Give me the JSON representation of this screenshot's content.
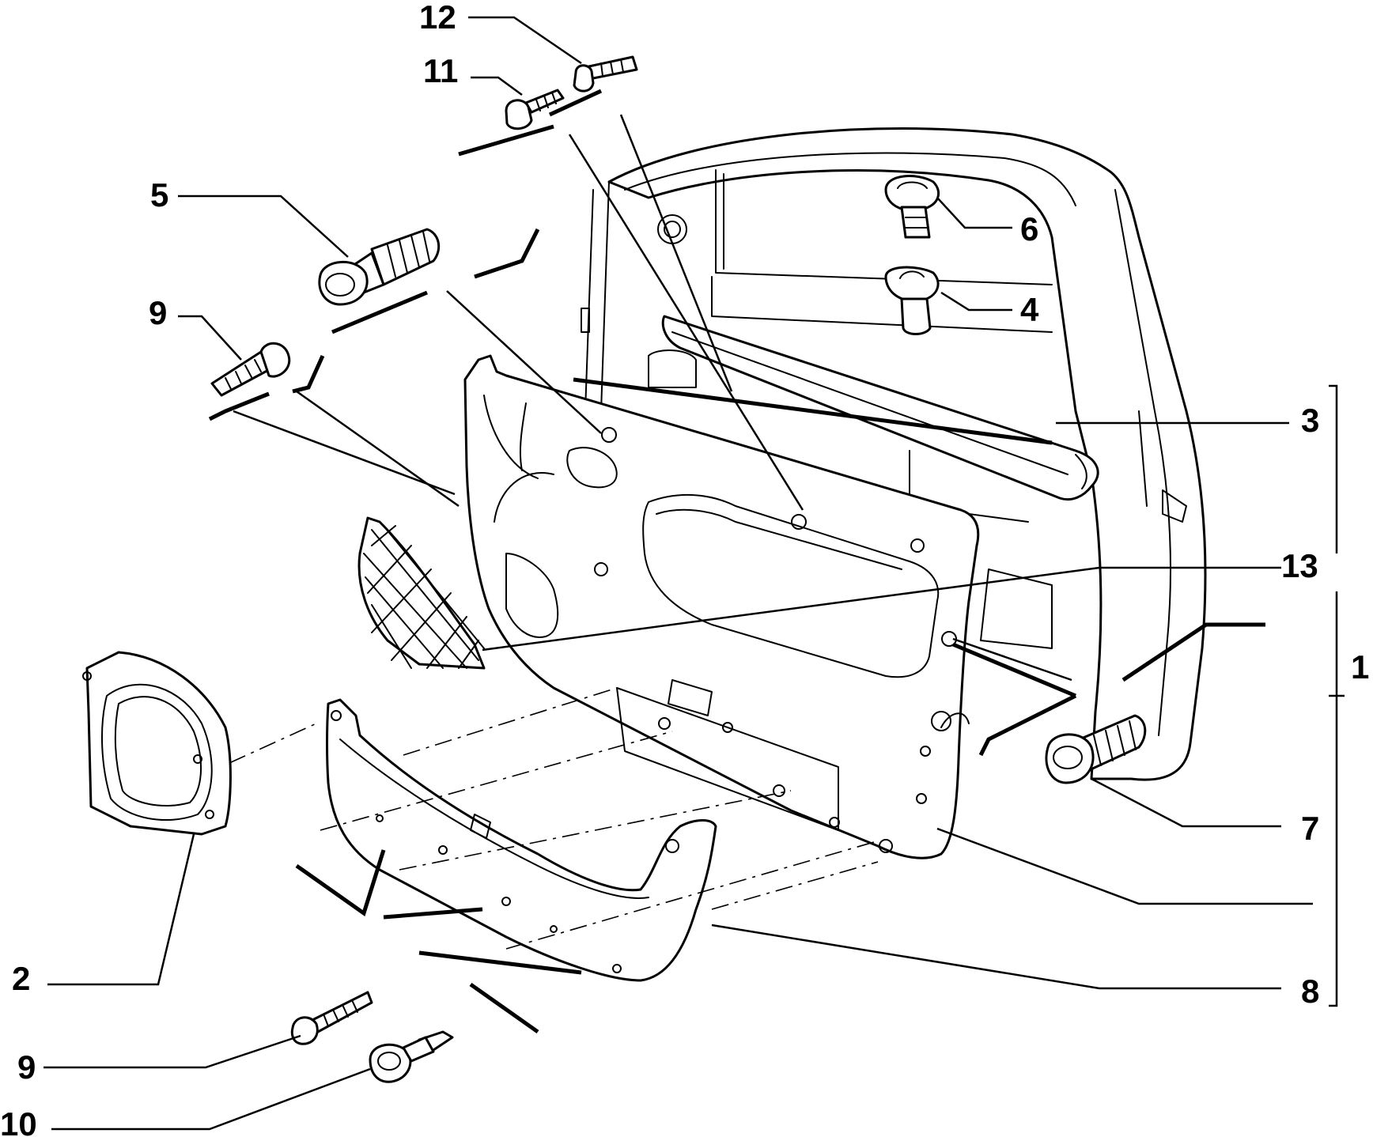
{
  "callouts": {
    "c12": "12",
    "c11": "11",
    "c5": "5",
    "c9_top": "9",
    "c6": "6",
    "c4": "4",
    "c3": "3",
    "c13": "13",
    "c1": "1",
    "c7": "7",
    "c8": "8",
    "c2": "2",
    "c9_bottom": "9",
    "c10": "10"
  }
}
